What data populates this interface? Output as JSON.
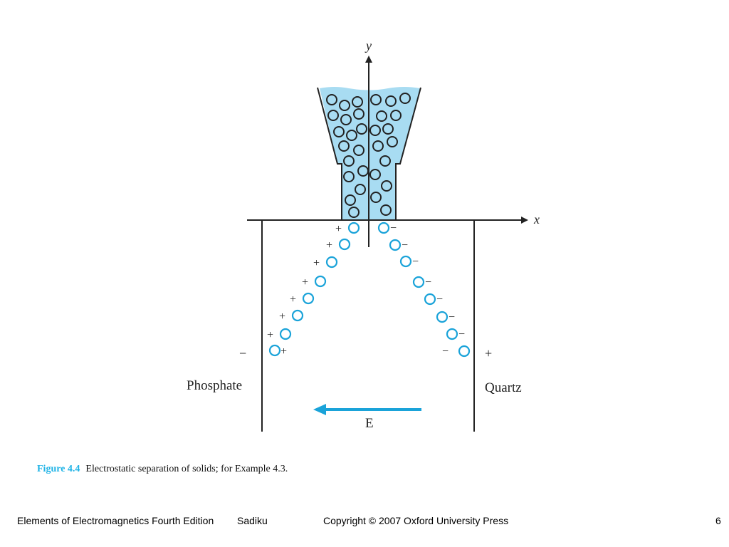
{
  "diagram": {
    "axis_y_label": "y",
    "axis_x_label": "x",
    "left_plate_label": "Phosphate",
    "right_plate_label": "Quartz",
    "left_plate_sign": "−",
    "right_plate_sign": "+",
    "field_label": "E",
    "particle_positive_sign": "+",
    "particle_negative_sign": "−",
    "colors": {
      "particle": "#1aa3d9",
      "arrow": "#1aa3d9",
      "liquid": "#a8dcf2",
      "ink": "#222222"
    }
  },
  "caption": {
    "label": "Figure 4.4",
    "text": "Electrostatic separation of solids; for Example 4.3."
  },
  "footer": {
    "title": "Elements of Electromagnetics Fourth Edition",
    "author": "Sadiku",
    "copyright": "Copyright © 2007 Oxford University Press",
    "page": "6"
  }
}
